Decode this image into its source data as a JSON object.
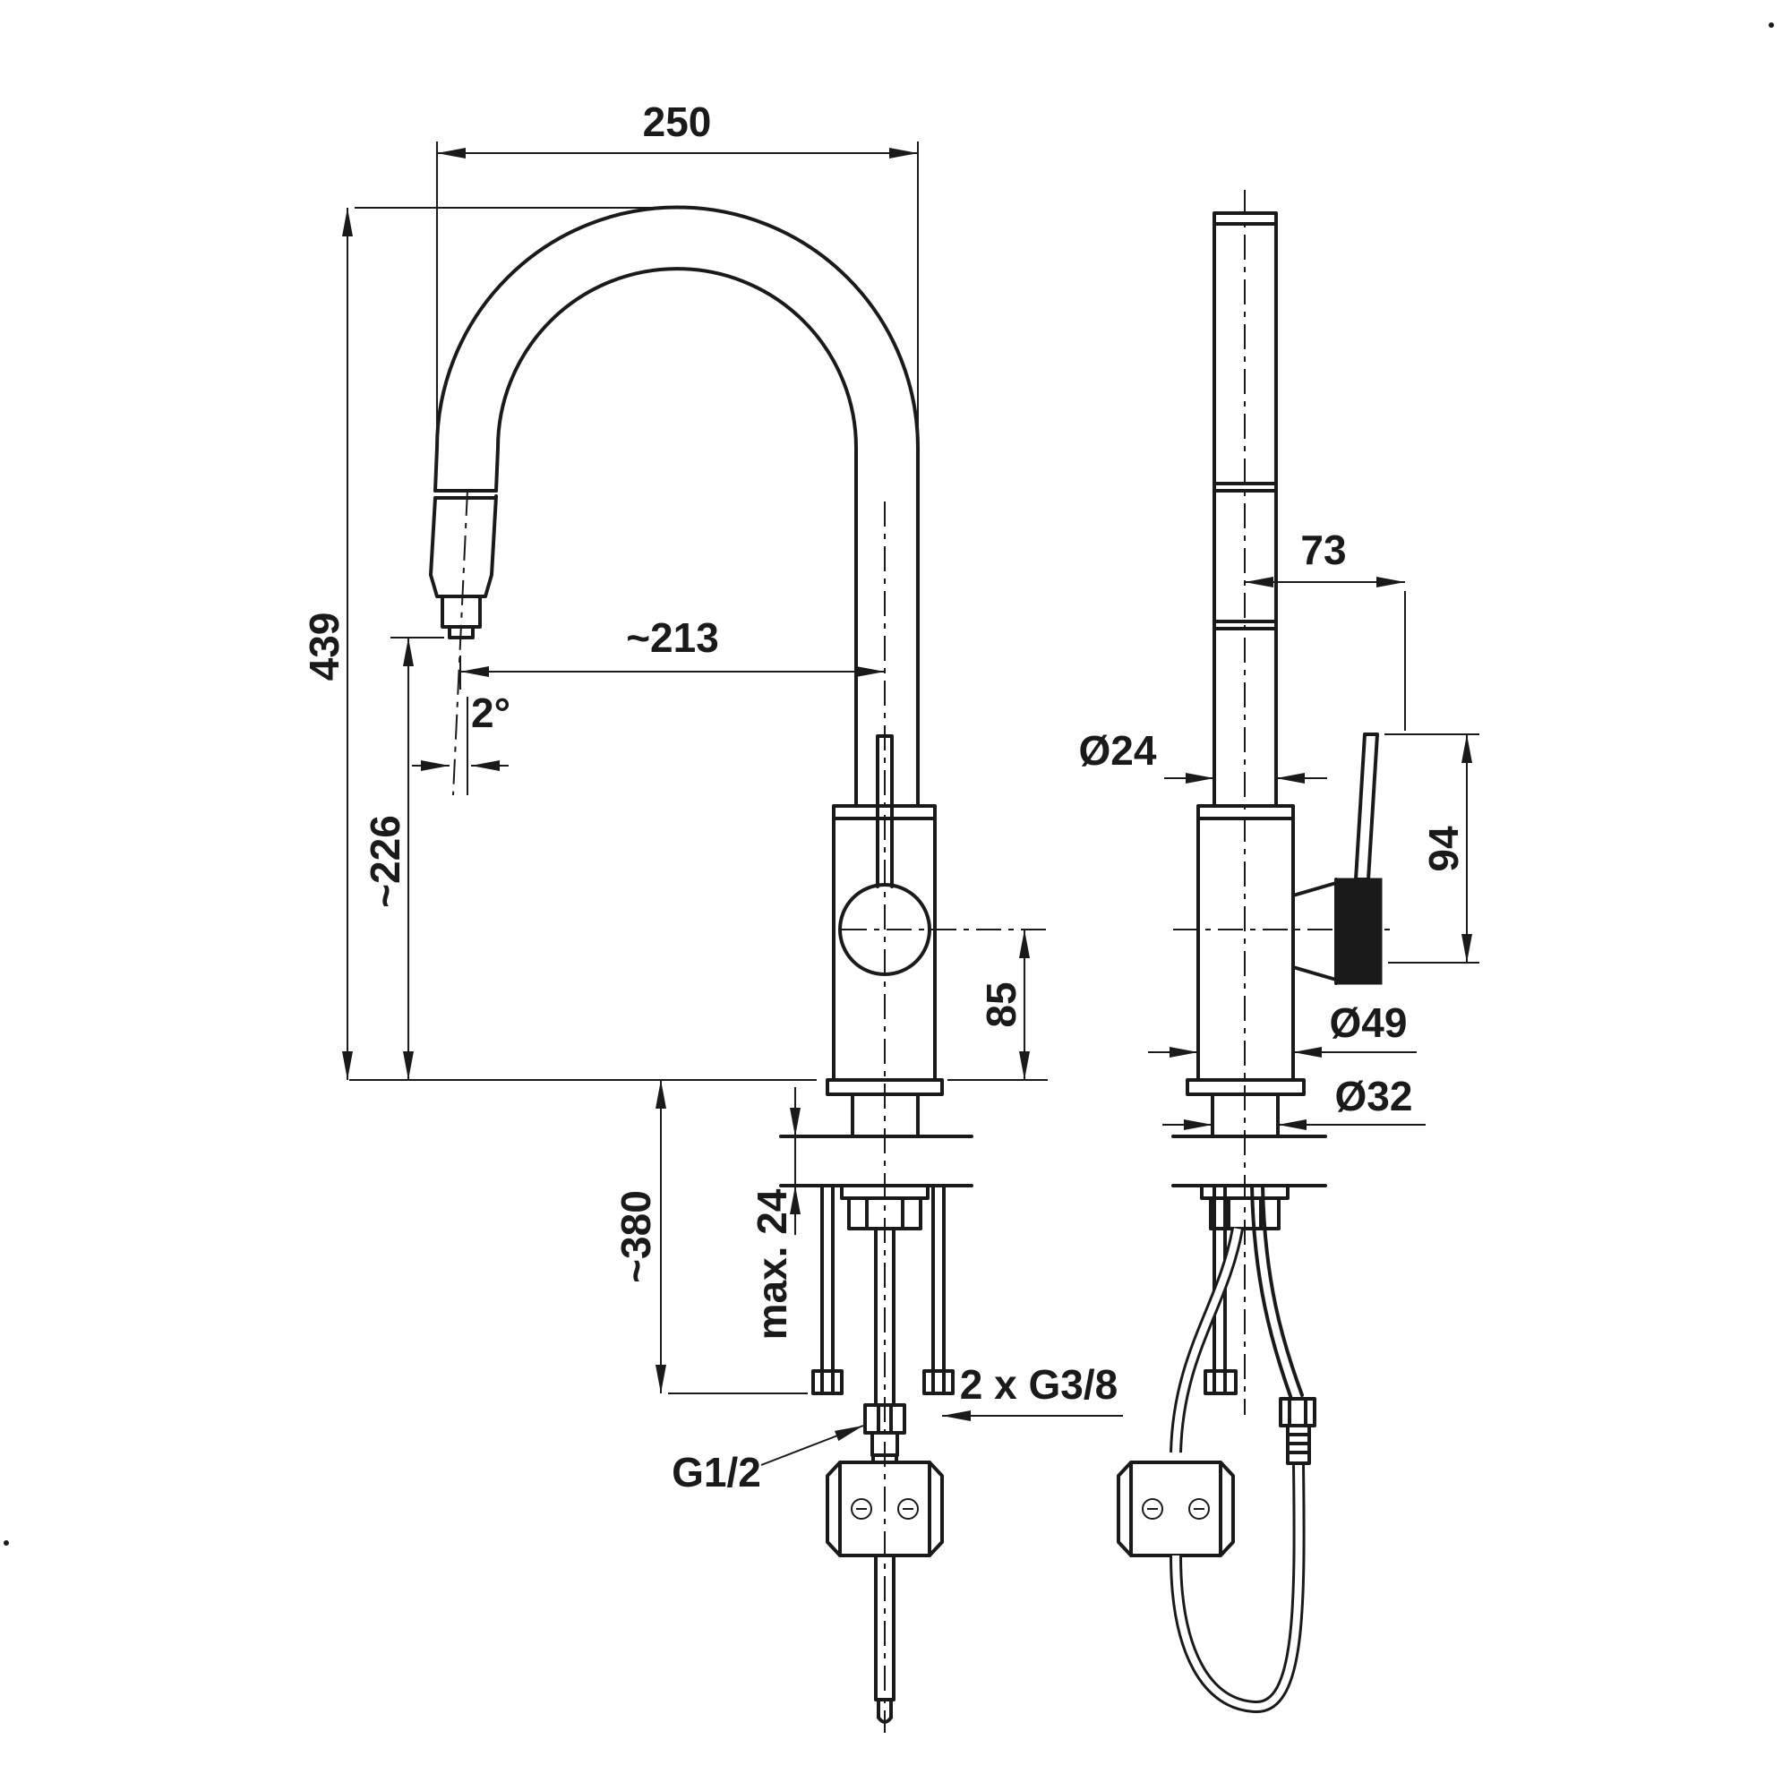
{
  "meta": {
    "ink_color": "#1a1a1a",
    "background_color": "#ffffff",
    "drawing_type": "faucet installation dimension drawing"
  },
  "drawing": {
    "front_view": {
      "spout_reach": "250",
      "total_height": "439",
      "outlet_projection": "~213",
      "outlet_angle": "2°",
      "outlet_height": "~226",
      "ball_to_base": "85",
      "hose_length": "~380",
      "max_deck_thickness": "max. 24",
      "supply_thread": "2 x G3/8",
      "pullout_thread": "G1/2"
    },
    "side_view": {
      "depth_offset": "73",
      "pipe_diameter": "Ø24",
      "lever_span": "94",
      "body_diameter": "Ø49",
      "shank_diameter": "Ø32"
    }
  }
}
